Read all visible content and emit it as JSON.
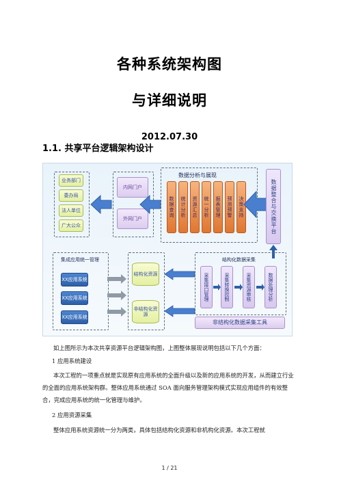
{
  "doc": {
    "title_line1": "各种系统架构图",
    "title_line2": "与详细说明",
    "date": "2012.07.30",
    "section_heading": "1.1. 共享平台逻辑架构设计"
  },
  "diagram": {
    "users": [
      "业务部门",
      "委办局",
      "法人单位",
      "广大公众"
    ],
    "portals": [
      "内网门户",
      "外网门户"
    ],
    "analysis_title": "数据分析与展现",
    "analysis_items": [
      "数据查询",
      "统计分析",
      "资源汇总",
      "统一分析",
      "报表管理",
      "预测预警",
      "决策支持"
    ],
    "exchange_platform": "数据整合与交换平台",
    "apps_group_title": "集成应用统一管理",
    "apps": [
      "XX应用系统",
      "XX应用系统",
      "XX应用系统"
    ],
    "resources": [
      "结构化资源",
      "非结构化资源"
    ],
    "structured_collect_title": "结构化数据采集",
    "structured_collect_items": [
      "采集接口管理",
      "采集转换控制",
      "采集资源审核",
      "数据处理分析"
    ],
    "unstructured_tool": "非结构化数据采集工具"
  },
  "text": {
    "para1": "如上图所示为本次共享资源平台逻辑架构图，上图整体展现说明包括以下几个方面：",
    "item1": "1  应用系统建设",
    "para2": "本次工程的一项重点就是实现原有应用系统的全面升级以及新的应用系统的开发，从而建立行业的全面的应用系统架构群。整体应用系统通过 SOA 面向服务管理架构模式实现应用组件的有效整合，完成应用系统的统一化管理与维护。",
    "item2": "2  应用资源采集",
    "para3": "整体应用系统资源统一分为两类，具体包括结构化资源和非机构化资源。本次工程就",
    "page": "1 / 21"
  }
}
